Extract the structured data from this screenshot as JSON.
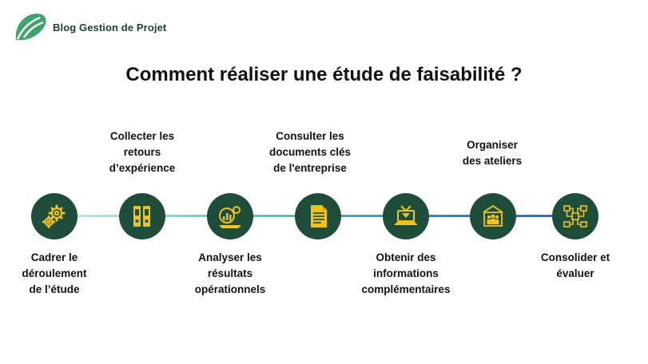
{
  "header": {
    "brand_name": "Blog Gestion de Projet"
  },
  "title": "Comment réaliser une étude de faisabilité ?",
  "colors": {
    "circle": "#1e4d3a",
    "icon": "#f2c21b",
    "line_start": "#8fe3d2",
    "line_end": "#2a6fb5"
  },
  "steps": [
    {
      "label": "Cadrer le déroulement de l'étude",
      "lines": [
        "Cadrer le",
        "déroulement",
        "de l’étude"
      ],
      "icon": "gears-icon"
    },
    {
      "label": "Collecter les retours d'expérience",
      "lines": [
        "Collecter les",
        "retours",
        "d’expérience"
      ],
      "icon": "binders-icon"
    },
    {
      "label": "Analyser les résultats opérationnels",
      "lines": [
        "Analyser les",
        "résultats",
        "opérationnels"
      ],
      "icon": "analytics-icon"
    },
    {
      "label": "Consulter les documents clés de l'entreprise",
      "lines": [
        "Consulter les",
        "documents clés",
        "de l'entreprise"
      ],
      "icon": "document-icon"
    },
    {
      "label": "Obtenir des informations complémentaires",
      "lines": [
        "Obtenir des",
        "informations",
        "complémentaires"
      ],
      "icon": "laptop-info-icon"
    },
    {
      "label": "Organiser des ateliers",
      "lines": [
        "Organiser",
        "des ateliers"
      ],
      "icon": "workshop-icon"
    },
    {
      "label": "Consolider et évaluer",
      "lines": [
        "Consolider et",
        "évaluer"
      ],
      "icon": "network-icon"
    }
  ]
}
